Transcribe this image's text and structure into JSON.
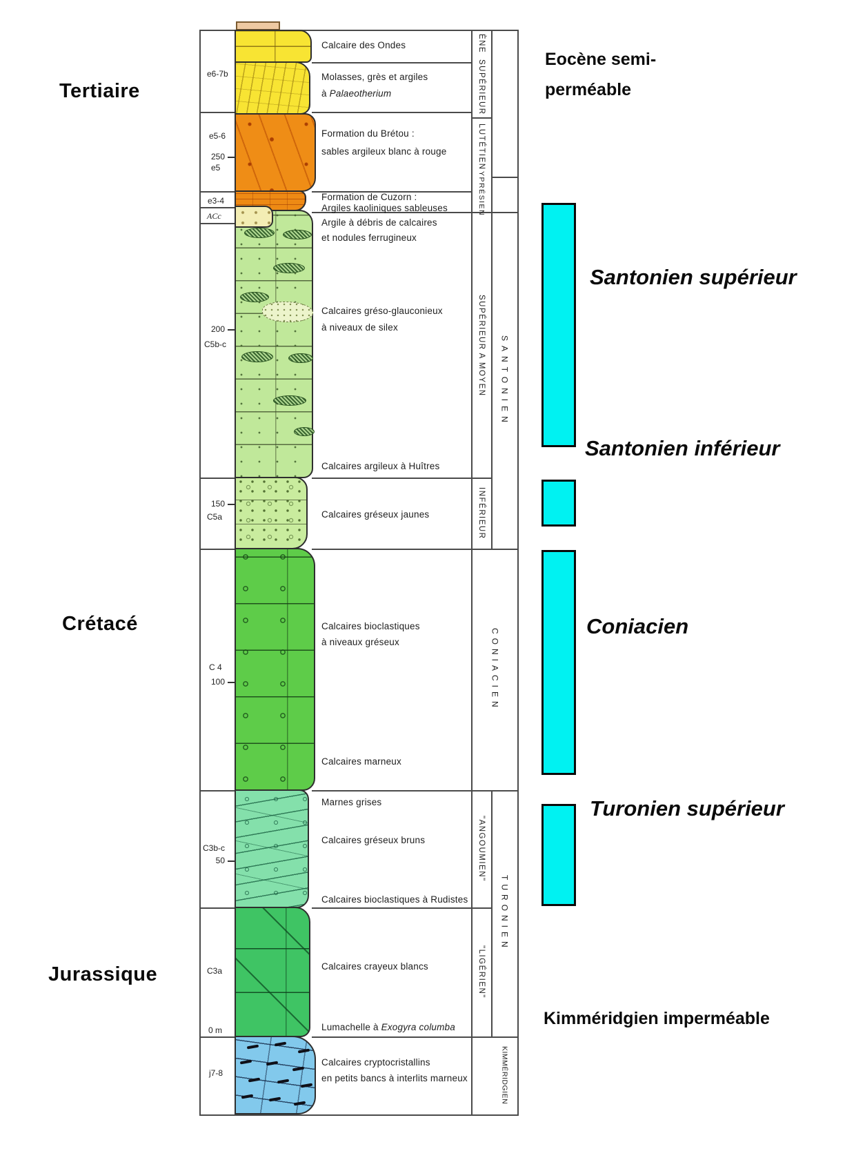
{
  "eras": {
    "tertiaire": "Tertiaire",
    "cretace": "Crétacé",
    "jurassique": "Jurassique"
  },
  "scale": {
    "m250": "250",
    "m200": "200",
    "m150": "150",
    "m100": "100",
    "m50": "50",
    "m0": "0 m"
  },
  "notations": {
    "e67b": "e6-7b",
    "e56": "e5-6",
    "e5": "e5",
    "e34": "e3-4",
    "acc": "ACc",
    "c5bc": "C5b-c",
    "c5a": "C5a",
    "c4": "C 4",
    "c3bc": "C3b-c",
    "c3a": "C3a",
    "j78": "j7-8"
  },
  "descriptions": {
    "ondes": "Calcaire des Ondes",
    "molasses1": "Molasses, grès et argiles",
    "molasses2_prefix": "à ",
    "molasses2_species": "Palaeotherium",
    "bretou1": "Formation du Brétou :",
    "bretou2": "sables argileux blanc à rouge",
    "cuzorn1": "Formation de Cuzorn :",
    "cuzorn2": "Argiles kaoliniques sableuses",
    "argile1": "Argile à débris de calcaires",
    "argile2": "et nodules ferrugineux",
    "greso1": "Calcaires gréso-glauconieux",
    "greso2": "à niveaux de silex",
    "huitres": "Calcaires argileux à Huîtres",
    "jaunes": "Calcaires gréseux jaunes",
    "bioclast1": "Calcaires bioclastiques",
    "bioclast2": "à niveaux gréseux",
    "marneux": "Calcaires marneux",
    "marnes_grises": "Marnes grises",
    "bruns": "Calcaires gréseux bruns",
    "rudistes": "Calcaires bioclastiques à Rudistes",
    "crayeux": "Calcaires crayeux blancs",
    "lumachelle_prefix": "Lumachelle à ",
    "lumachelle_species": "Exogyra columba",
    "crypto1": "Calcaires cryptocristallins",
    "crypto2": "en petits bancs à interlits marneux"
  },
  "stages": {
    "eocene_part": "ÈNE",
    "eocene_sup": "SUPÉRIEUR",
    "lutetien": "LUTÉTIEN",
    "ypresien": "YPRÉSIEN",
    "santonien_sup_moyen": "SUPÉRIEUR A MOYEN",
    "santonien": "SANTONIEN",
    "inferieur": "INFÉRIEUR",
    "coniacien": "CONIACIEN",
    "angoumien": "\"ANGOUMIEN\"",
    "turonien": "TURONIEN",
    "ligerien": "\"LIGÉRIEN\"",
    "kimmeridgien": "KIMMÉRIDGIEN"
  },
  "aquifer_panel": {
    "bar_color": "#00f2f2",
    "eocene_note1": "Eocène semi-",
    "eocene_note2": "perméable",
    "santonien_sup": "Santonien supérieur",
    "santonien_inf": "Santonien inférieur",
    "coniacien": "Coniacien",
    "turonien_sup": "Turonien supérieur",
    "kimmeridgien_note": "Kimméridgien imperméable"
  }
}
